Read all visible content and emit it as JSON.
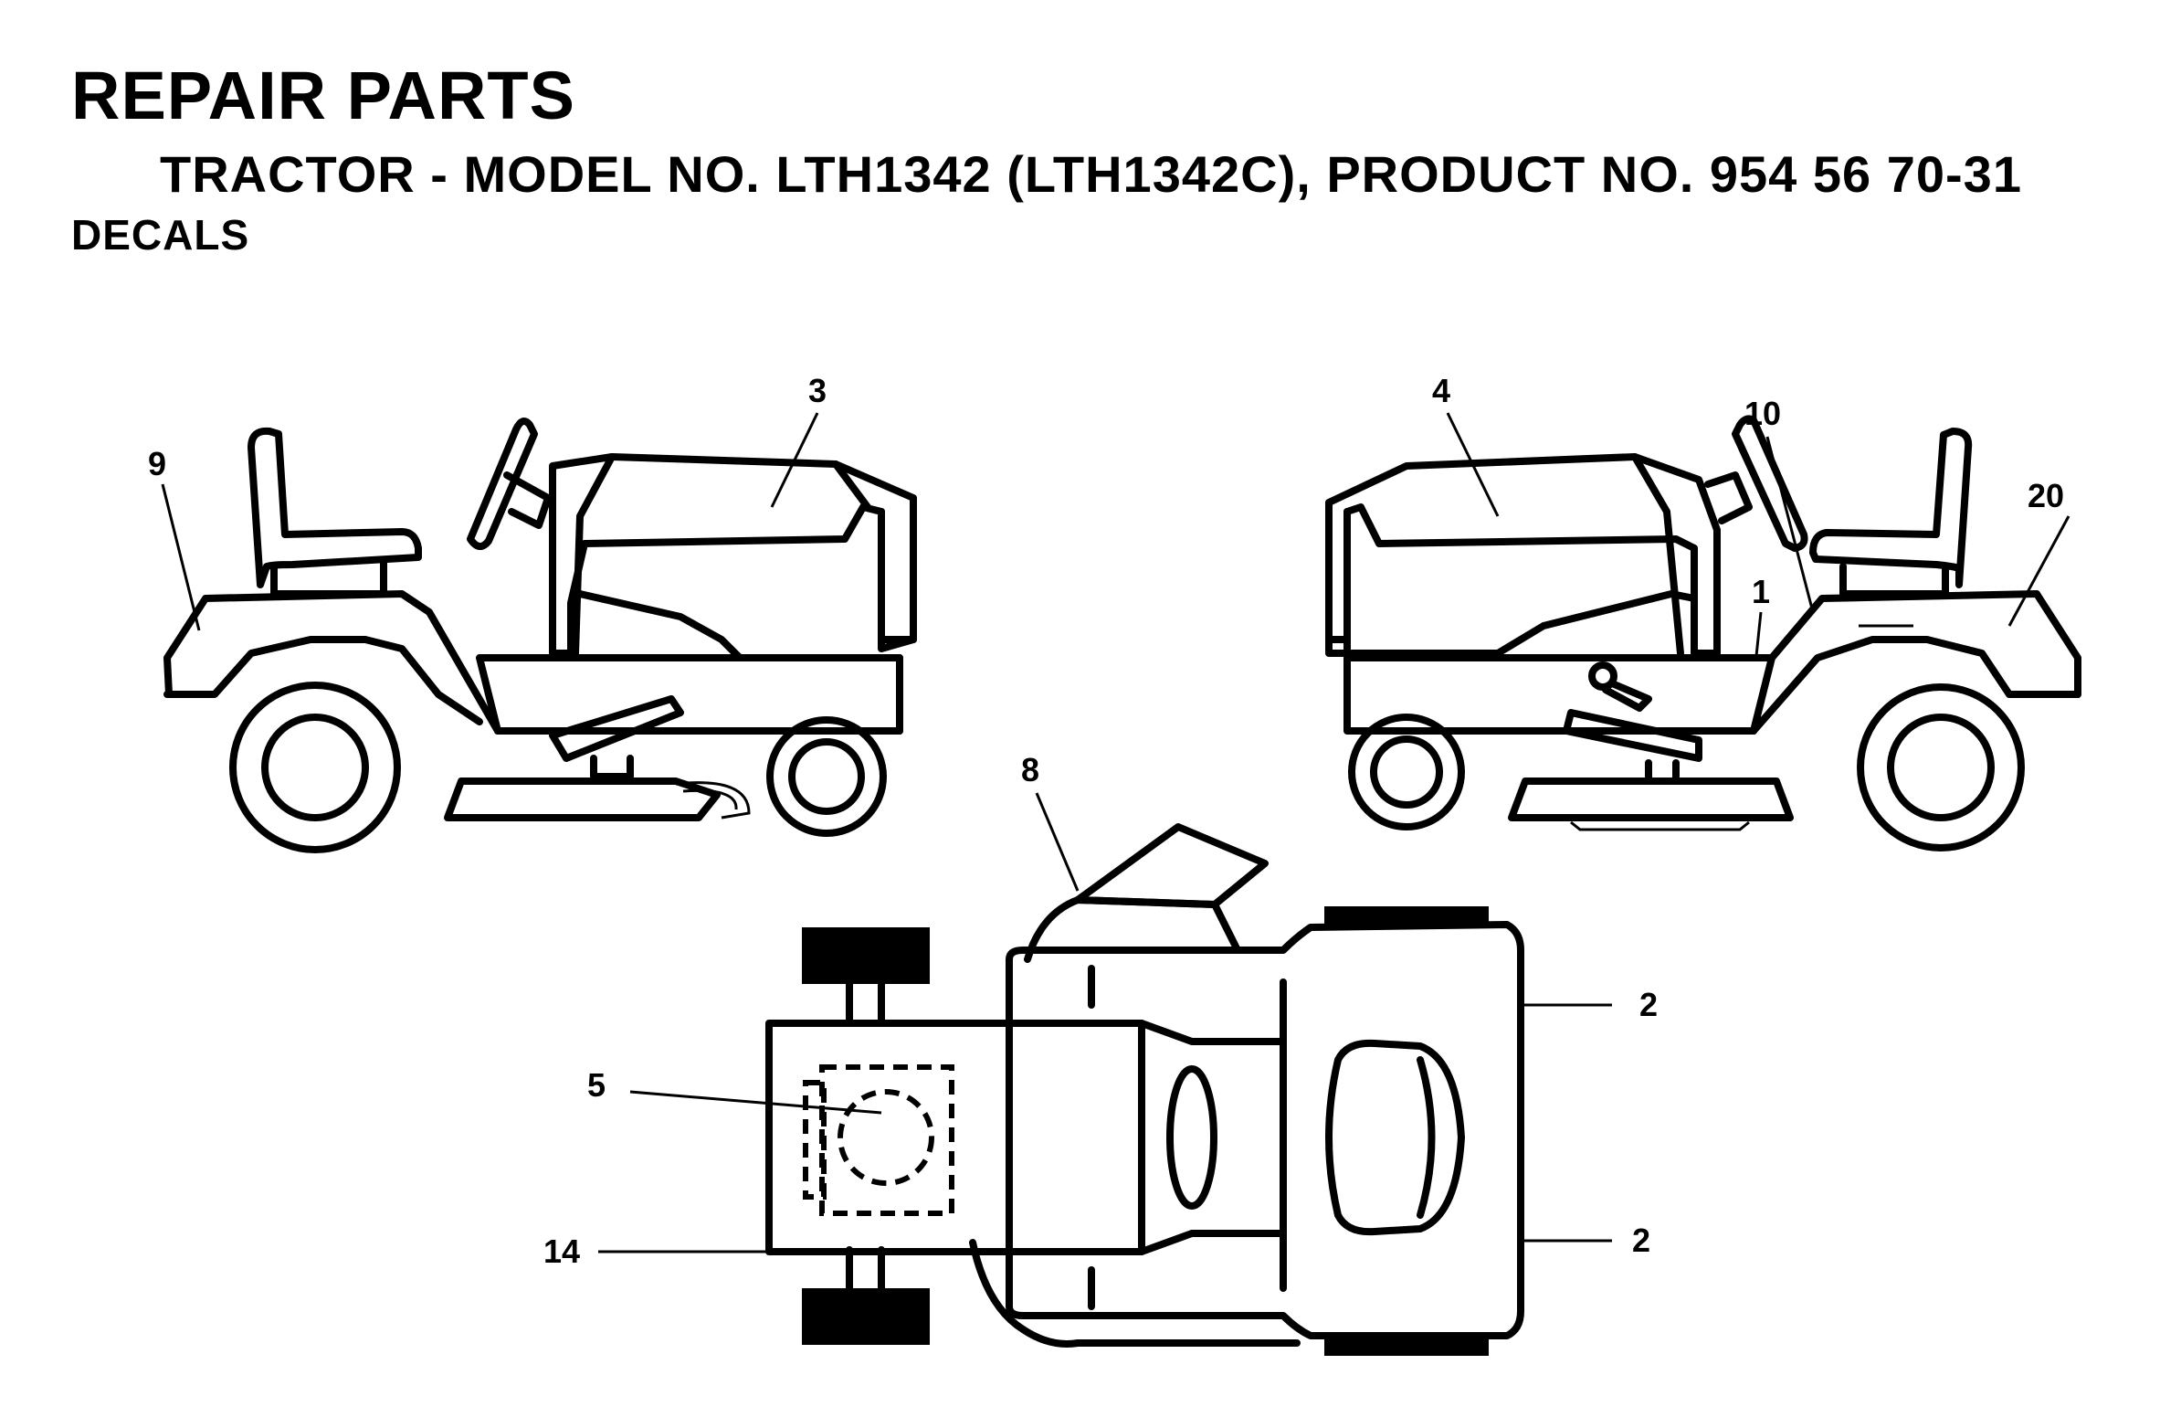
{
  "header": {
    "title": "REPAIR PARTS",
    "subtitle": "TRACTOR - MODEL NO. LTH1342 (LTH1342C), PRODUCT NO. 954 56 70-31",
    "section": "DECALS"
  },
  "callouts": {
    "c3": "3",
    "c9": "9",
    "c4": "4",
    "c10": "10",
    "c20": "20",
    "c1": "1",
    "c8": "8",
    "c5": "5",
    "c14": "14",
    "c2a": "2",
    "c2b": "2"
  }
}
